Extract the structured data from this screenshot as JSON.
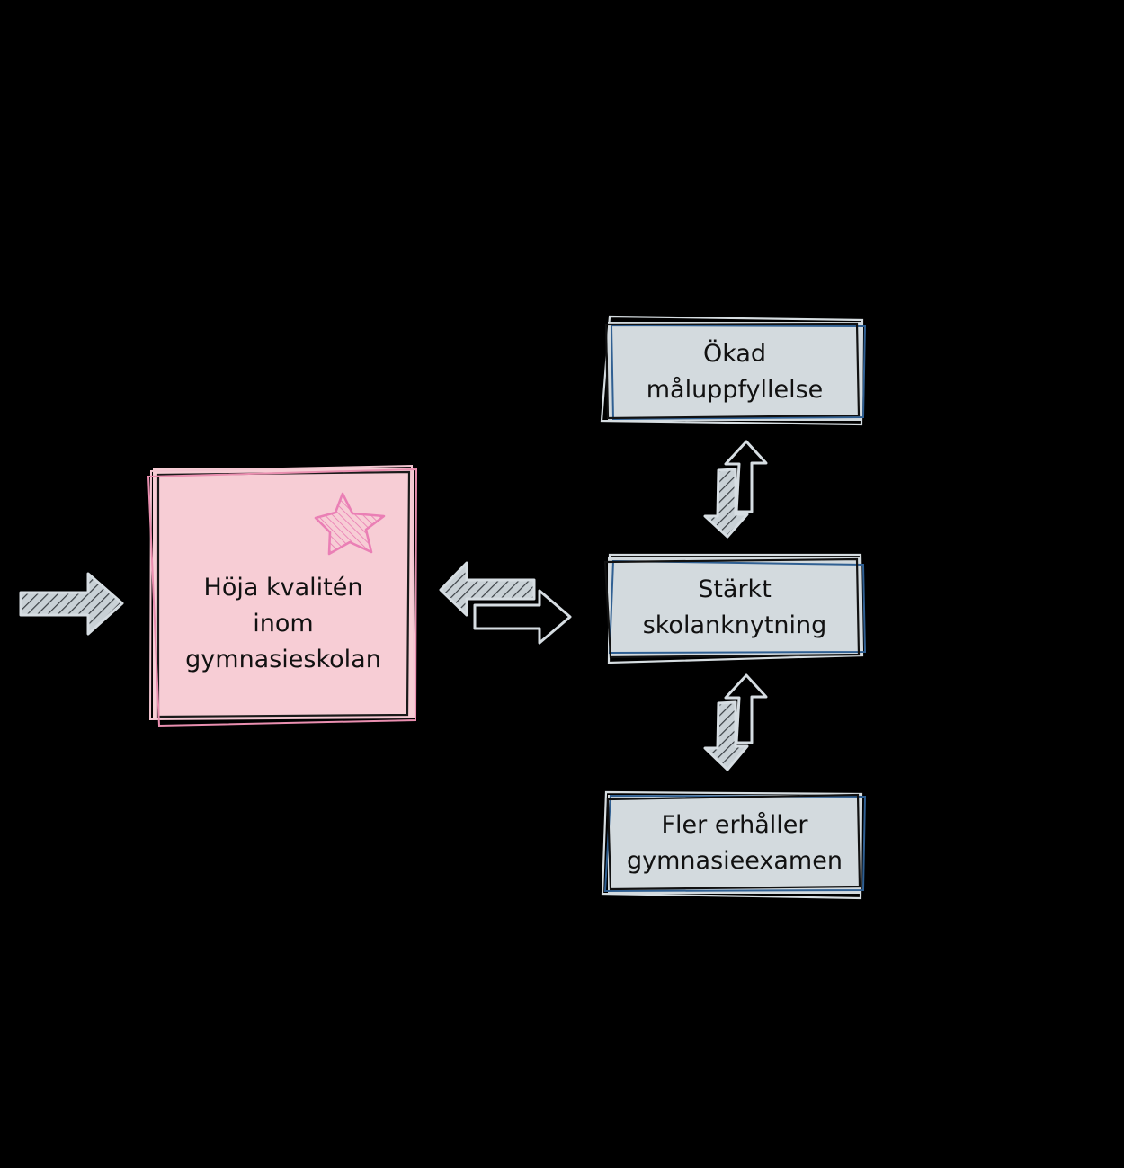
{
  "colors": {
    "background": "#000000",
    "main_box_fill": "#f7cdd5",
    "main_box_stroke": "#ea8fb0",
    "main_box_stroke_light": "#f4c6d2",
    "outcome_box_fill": "#d3dade",
    "outcome_box_stroke_light": "#d6dde1",
    "outcome_box_stroke_blue": "#2f5f92",
    "arrow_fill": "#c9d1d6",
    "arrow_stroke": "#d6dde2",
    "star_stroke": "#ea7fb5",
    "text": "#111111"
  },
  "nodes": {
    "main": {
      "label": "Höja kvalitén\ninom\ngymnasieskolan"
    },
    "goal_fulfillment": {
      "label": "Ökad\nmåluppfyllelse"
    },
    "school_attachment": {
      "label": "Stärkt\nskolanknytning"
    },
    "diploma": {
      "label": "Fler erhåller\ngymnasieexamen"
    }
  },
  "icons": {
    "main_box_badge": "star-icon",
    "input_arrow": "arrow-right-icon",
    "main_to_outcome": "bidirectional-arrow-icon",
    "vertical_links": "bidirectional-vertical-arrow-icon"
  }
}
